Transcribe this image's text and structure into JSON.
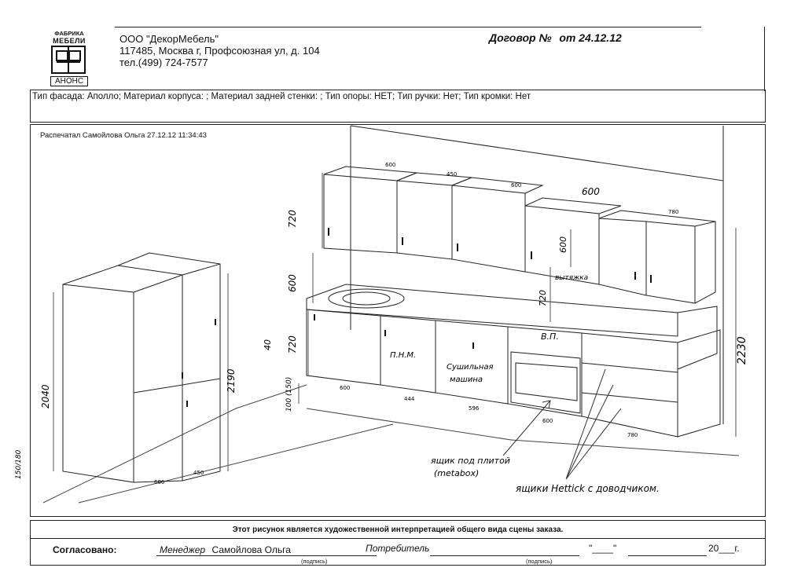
{
  "logo": {
    "line1": "ФАБРИКА",
    "line2": "МЕБЕЛИ",
    "line3": "АНОНС"
  },
  "company": {
    "name": "ООО \"ДекорМебель\"",
    "address": "117485, Москва г, Профсоюзная ул, д. 104",
    "phone": "тел.(499) 724-7577"
  },
  "contract": {
    "label": "Договор №",
    "date_text": "от 24.12.12"
  },
  "facade_info": "Тип фасада: Аполло; Материал корпуса: ; Материал задней стенки: ; Тип опоры: НЕТ; Тип ручки: Нет; Тип кромки: Нет",
  "printed_by": "Распечатал Самойлова Ольга 27.12.12 11:34:43",
  "drawing": {
    "dims_upper": [
      "600",
      "450",
      "600",
      "600",
      "780"
    ],
    "dims_lower": [
      "600",
      "444",
      "596",
      "600",
      "780"
    ],
    "dims_left": [
      "720",
      "600",
      "720",
      "40",
      "100 (150)"
    ],
    "fridge_dims": [
      "2040",
      "2190",
      "600",
      "450",
      "150/180"
    ],
    "height_total": "2230",
    "height_mid": "720",
    "height_hood": "600",
    "hand_labels": {
      "pnm": "П.Н.М.",
      "washer": "Сушильная машина",
      "hood": "вытяжка",
      "vp": "В.П.",
      "drawer_note": "ящик под плитой (metabox)",
      "boxes_note": "ящики Hettick с доводчиком."
    }
  },
  "footer": {
    "note": "Этот рисунок является художественной интерпретацией общего вида сцены заказа.",
    "agreed": "Согласовано:",
    "manager_label": "Менеджер",
    "manager_name": "Самойлова Ольга",
    "consumer_label": "Потребитель",
    "signature1": "(подпись)",
    "signature2": "(подпись)",
    "date_quote": "\"____\"",
    "year": "20___г."
  }
}
